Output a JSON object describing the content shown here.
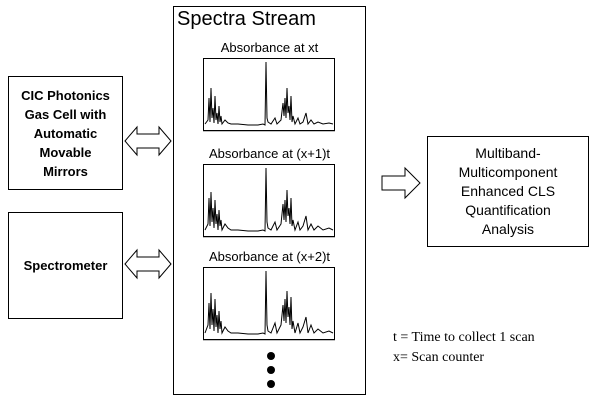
{
  "boxes": {
    "cic": "CIC Photonics\nGas Cell with\nAutomatic\nMovable\nMirrors",
    "spectrometer": "Spectrometer",
    "cls": "Multiband-\nMulticomponent\nEnhanced CLS\nQuantification\nAnalysis"
  },
  "stream": {
    "title": "Spectra Stream",
    "labels": [
      "Absorbance at xt",
      "Absorbance at (x+1)t",
      "Absorbance at (x+2)t"
    ]
  },
  "legend": {
    "line1": "t = Time to collect 1 scan",
    "line2": "x= Scan counter"
  },
  "arrows": [
    "double-arrow-icon",
    "double-arrow-icon",
    "right-arrow-icon"
  ]
}
